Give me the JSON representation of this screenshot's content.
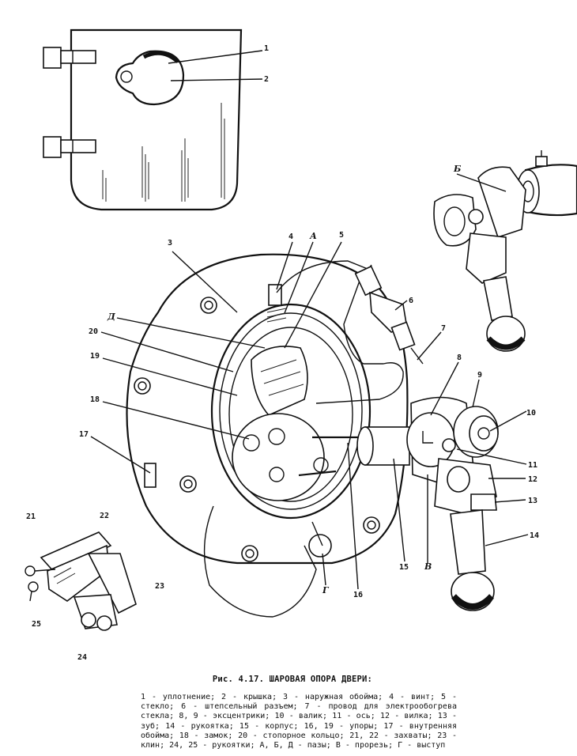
{
  "figure": {
    "caption": "Рис. 4.17. ШАРОВАЯ ОПОРА ДВЕРИ:",
    "legend": "1 - уплотнение; 2 - крышка; 3 - наружная обойма; 4 - винт; 5 - стекло; 6 - штепсельный разъем; 7 - провод для электрообогрева стекла; 8, 9 - эксцентрики; 10 - валик; 11 - ось; 12 - вилка; 13 - зуб; 14 - рукоятка; 15 - корпус; 16, 19 - упоры; 17 - внутренняя обойма; 18 - замок; 20 - стопорное кольцо; 21, 22 - захваты; 23 - клин; 24, 25 - рукоятки; А, Б, Д - пазы; В - прорезь; Г - выступ"
  },
  "callouts": {
    "n1": "1",
    "n2": "2",
    "n3": "3",
    "n4": "4",
    "n5": "5",
    "n6": "6",
    "n7": "7",
    "n8": "8",
    "n9": "9",
    "n10": "10",
    "n11": "11",
    "n12": "12",
    "n13": "13",
    "n14": "14",
    "n15": "15",
    "n16": "16",
    "n17": "17",
    "n18": "18",
    "n19": "19",
    "n20": "20",
    "n21": "21",
    "n22": "22",
    "n23": "23",
    "n24": "24",
    "n25": "25",
    "A": "А",
    "B": "Б",
    "V": "В",
    "G": "Г",
    "D": "Д"
  }
}
